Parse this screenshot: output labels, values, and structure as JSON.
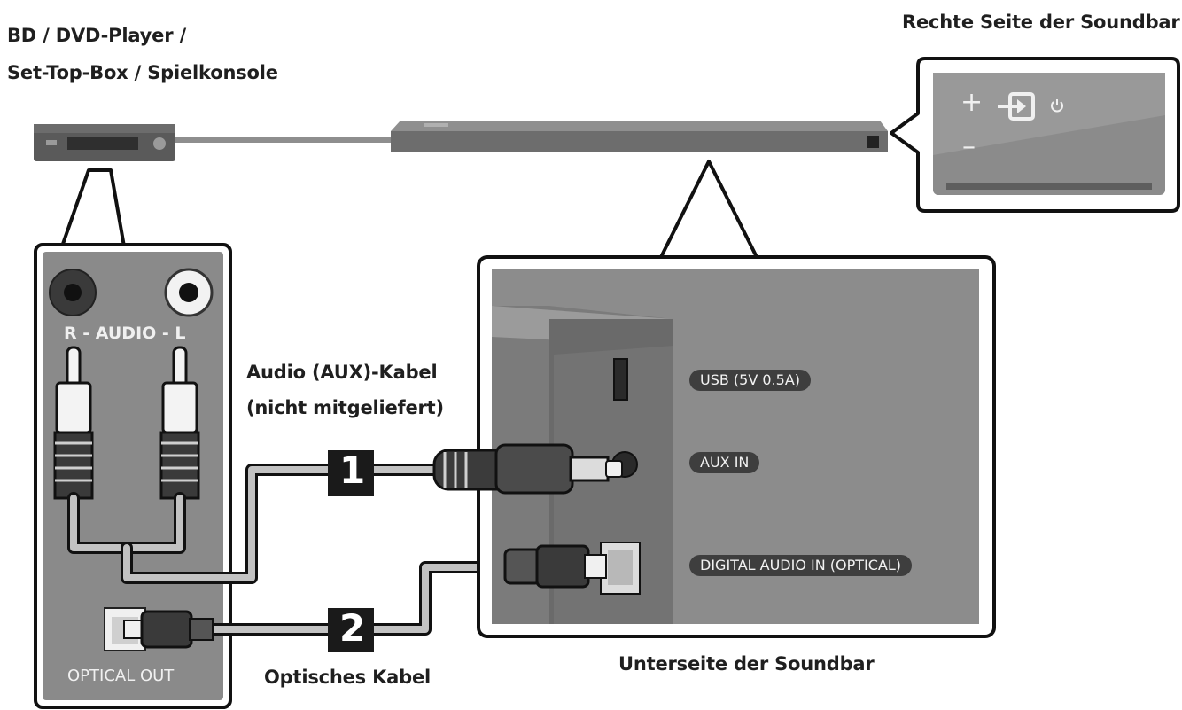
{
  "labels": {
    "source_device_line1": "BD / DVD-Player /",
    "source_device_line2": "Set-Top-Box / Spielkonsole",
    "right_side": "Rechte Seite der Soundbar",
    "aux_cable_line1": "Audio (AUX)-Kabel",
    "aux_cable_line2": "(nicht mitgeliefert)",
    "optical_cable": "Optisches Kabel",
    "soundbar_bottom": "Unterseite der Soundbar"
  },
  "source_panel": {
    "audio_label": "R - AUDIO - L",
    "optical_label": "OPTICAL OUT"
  },
  "soundbar_ports": {
    "usb": "USB (5V 0.5A)",
    "aux": "AUX IN",
    "optical": "DIGITAL AUDIO IN (OPTICAL)"
  },
  "callouts": {
    "step1": "1",
    "step2": "2"
  },
  "right_panel_buttons": {
    "plus": "+",
    "minus": "–"
  },
  "colors": {
    "panel_gray": "#8a8a8a",
    "pill_dark": "#3e3e3e",
    "cable_gray": "#b4b4b4",
    "outline": "#111111"
  }
}
